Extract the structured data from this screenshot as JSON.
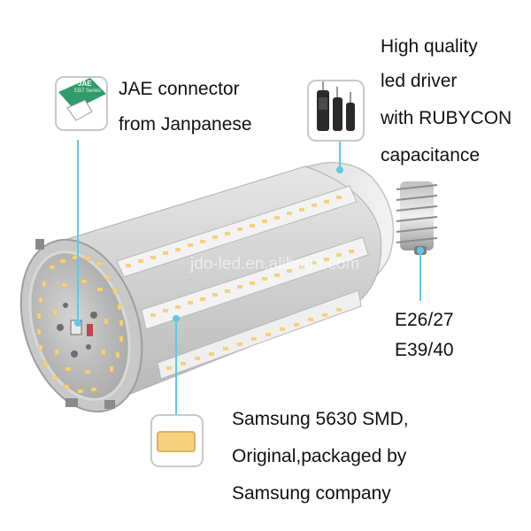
{
  "callouts": {
    "connector": {
      "lines": [
        "JAE connector",
        "from Janpanese"
      ]
    },
    "driver": {
      "lines": [
        "High quality",
        "led driver",
        "with RUBYCON",
        "capacitance"
      ]
    },
    "base": {
      "lines": [
        "E26/27",
        "E39/40"
      ]
    },
    "smd": {
      "lines": [
        "Samsung 5630 SMD,",
        "Original,packaged by",
        "Samsung company"
      ]
    }
  },
  "thumbnails": {
    "connector_chip_text": "JAE",
    "connector_chip_sub": "EB7 Series"
  },
  "watermark": "jdo-led.en.alibaba.com",
  "colors": {
    "callout_line": "#5ec9e6",
    "led_chip": "#f6d27e",
    "text": "#111111"
  }
}
